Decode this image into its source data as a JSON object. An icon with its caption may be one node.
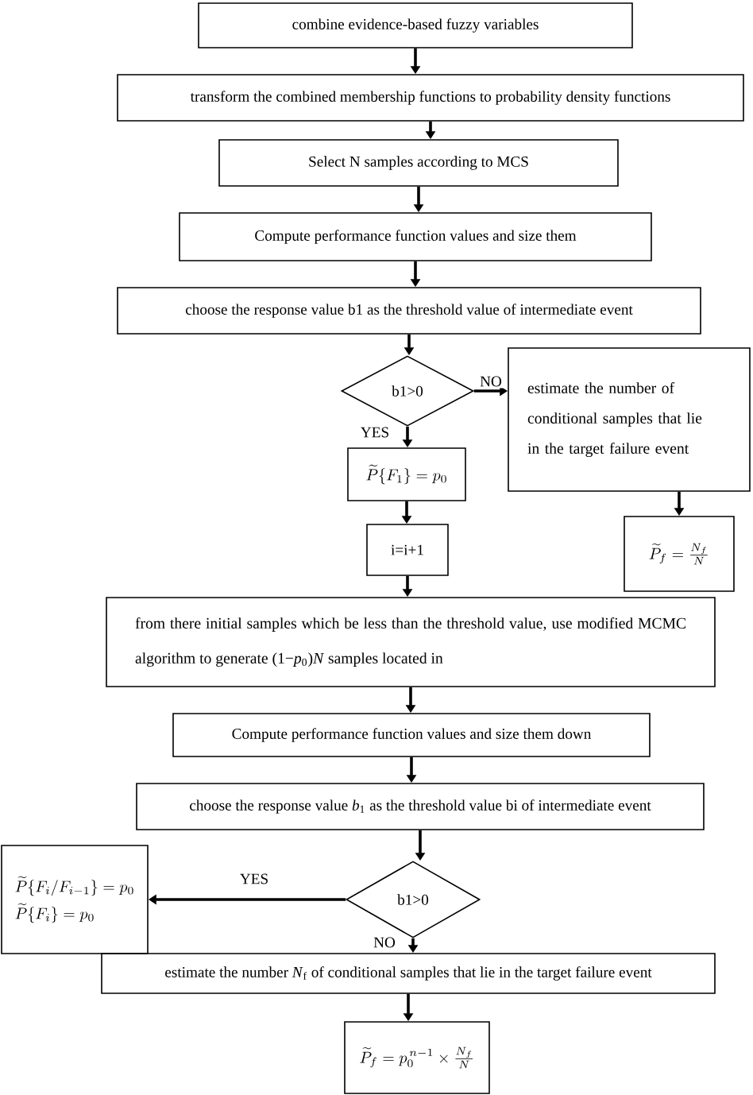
{
  "diagram": {
    "nodes": [
      {
        "text": [
          "combine evidence-based fuzzy variables"
        ]
      },
      {
        "text": [
          "transform the combined membership functions to probability density functions"
        ]
      },
      {
        "text": [
          "Select N samples according to MCS"
        ]
      },
      {
        "text": [
          "Compute performance function values and size them"
        ]
      },
      {
        "text": [
          "choose the response value b1 as the threshold value of intermediate event"
        ]
      },
      {
        "text": [
          "b1>0"
        ]
      },
      {
        "text": [
          "estimate the number of conditional samples that lie in the target failure event"
        ]
      },
      {
        "text": [
          "\\widetilde{P}\\{F_1\\}=p_0"
        ]
      },
      {
        "text": [
          "i=i+1"
        ]
      },
      {
        "text": [
          "\\widetilde{P}_f=\\frac{N_f}{N}"
        ]
      },
      {
        "text": [
          "from there initial samples which be less than the threshold value, use modified MCMC algorithm to generate (1−*p*$_{0}$)*N* samples located in"
        ]
      },
      {
        "text": [
          "Compute performance function values and size them down"
        ]
      },
      {
        "text": [
          "choose the response value *b*$_{1}$ as the threshold value bi of intermediate event"
        ]
      },
      {
        "text": [
          "b1>0"
        ]
      },
      {
        "text": [
          "\\widetilde{P}\\{F_i/F_{i-1}\\}=p_0",
          "\\widetilde{P}\\{F_i\\}=p_0"
        ]
      },
      {
        "text": [
          "estimate the number *N*$_{f}$ of conditional samples that lie in the target failure event"
        ]
      },
      {
        "text": [
          "\\widetilde{P}_f=p_0^{\\,n-1}\\times\\frac{N_f}{N}"
        ]
      }
    ],
    "edges": [
      {
        "from": 0,
        "to": 1,
        "arrow": "to"
      },
      {
        "from": 1,
        "to": 2,
        "arrow": "to"
      },
      {
        "from": 2,
        "to": 3,
        "arrow": "to"
      },
      {
        "from": 3,
        "to": 4,
        "arrow": "to"
      },
      {
        "from": 4,
        "to": 5,
        "arrow": "to"
      },
      {
        "from": 5,
        "to": 6,
        "arrow": "to",
        "label": "NO"
      },
      {
        "from": 5,
        "to": 7,
        "arrow": "to",
        "label": "YES"
      },
      {
        "from": 6,
        "to": 9,
        "arrow": "to"
      },
      {
        "from": 7,
        "to": 8,
        "arrow": "to"
      },
      {
        "from": 8,
        "to": 10,
        "arrow": "to"
      },
      {
        "from": 10,
        "to": 11,
        "arrow": "to"
      },
      {
        "from": 11,
        "to": 12,
        "arrow": "to"
      },
      {
        "from": 12,
        "to": 13,
        "arrow": "to"
      },
      {
        "from": 13,
        "to": 14,
        "arrow": "to",
        "label": "YES"
      },
      {
        "from": 13,
        "to": 15,
        "arrow": "to",
        "label": "NO"
      },
      {
        "from": 15,
        "to": 16,
        "arrow": "to"
      }
    ]
  }
}
